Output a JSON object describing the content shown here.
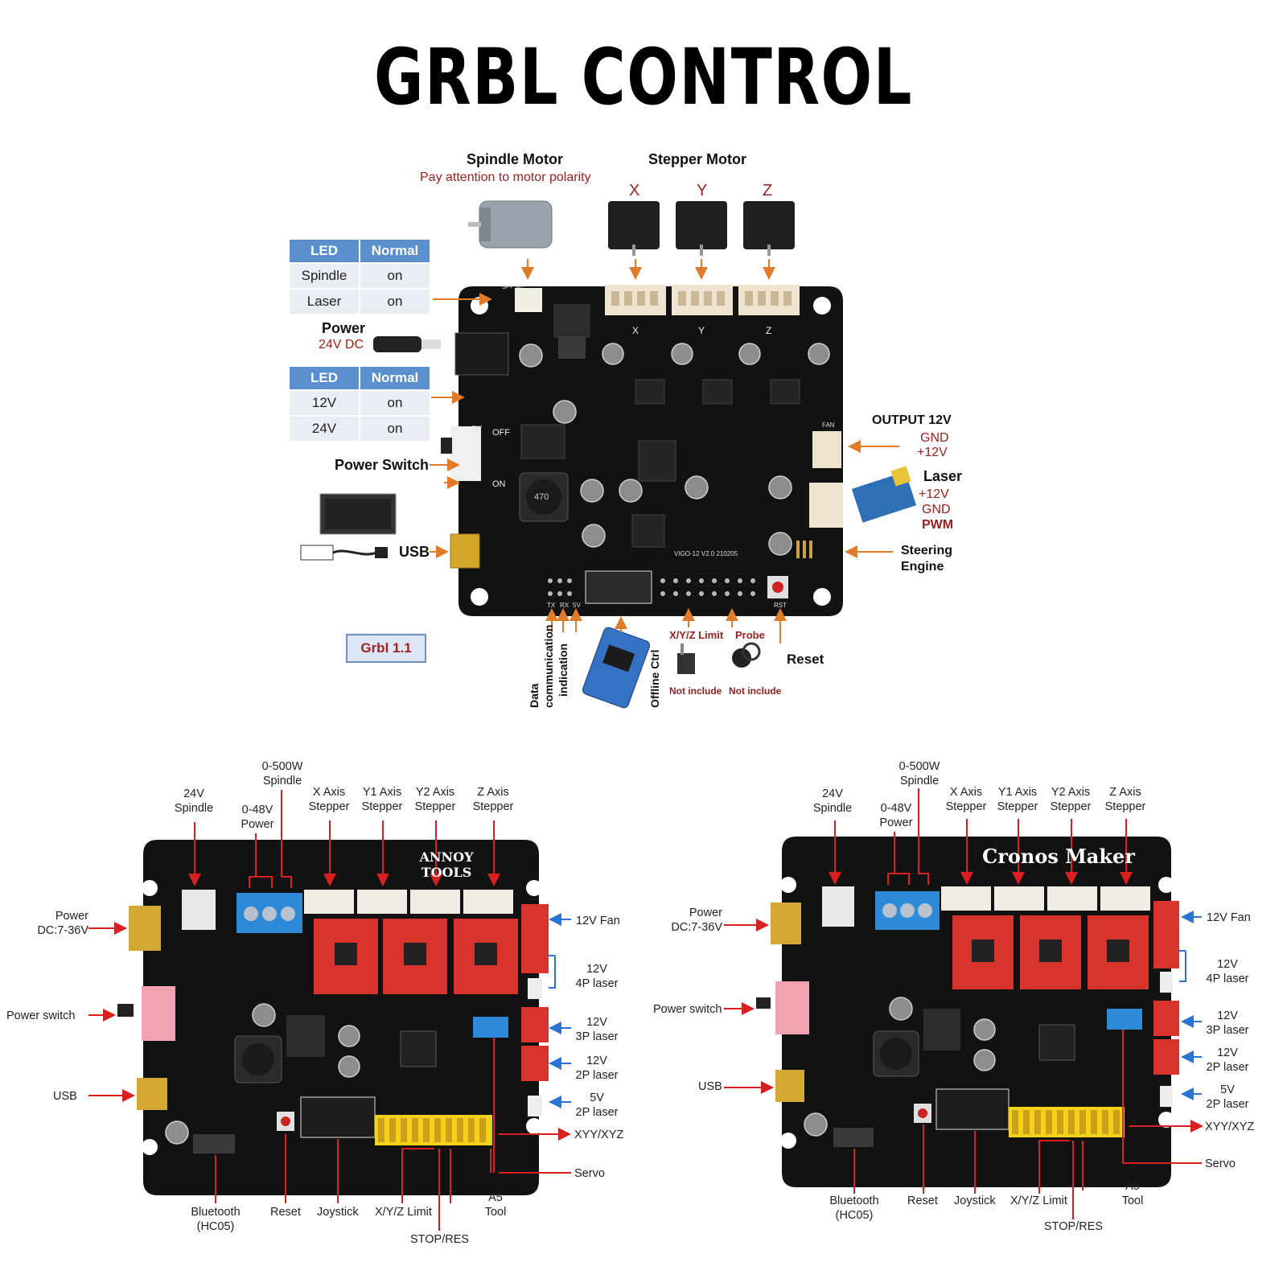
{
  "title": "GRBL CONTROL",
  "top_board": {
    "spindle_motor": {
      "label": "Spindle Motor",
      "note": "Pay attention to motor polarity"
    },
    "stepper_motor": {
      "label": "Stepper Motor",
      "axes": [
        "X",
        "Y",
        "Z"
      ]
    },
    "led_table_1": {
      "headers": [
        "LED",
        "Normal"
      ],
      "rows": [
        [
          "Spindle",
          "on"
        ],
        [
          "Laser",
          "on"
        ]
      ]
    },
    "power": {
      "label": "Power",
      "value": "24V DC"
    },
    "led_table_2": {
      "headers": [
        "LED",
        "Normal"
      ],
      "rows": [
        [
          "12V",
          "on"
        ],
        [
          "24V",
          "on"
        ]
      ]
    },
    "power_switch": "Power Switch",
    "usb": "USB",
    "grbl_version": "Grbl 1.1",
    "output_12v": {
      "label": "OUTPUT 12V",
      "pins": [
        "GND",
        "+12V"
      ]
    },
    "laser": {
      "label": "Laser",
      "pins": [
        "+12V",
        "GND",
        "PWM"
      ]
    },
    "steering_engine": [
      "Steering",
      "Engine"
    ],
    "reset": "Reset",
    "data_comm": [
      "Data",
      "communication",
      "indication"
    ],
    "offline_ctrl": "Offline Ctrl",
    "limit": "X/Y/Z Limit",
    "probe": "Probe",
    "not_include": "Not include",
    "board_text": {
      "off": "OFF",
      "on": "ON",
      "x": "X",
      "y": "Y",
      "z": "Z",
      "model": "VIGO-12  V2.0  210205",
      "tx": "TX",
      "rx": "RX",
      "v5": "5V",
      "sw": "SW",
      "rst": "RST",
      "fan": "FAN",
      "cap1": "470",
      "sp": "SP+    SP-"
    }
  },
  "bottom_boards": [
    {
      "brand": "ANNOY TOOLS",
      "labels": {
        "spindle_24v": [
          "24V",
          "Spindle"
        ],
        "spindle_500w": [
          "0-500W",
          "Spindle"
        ],
        "power_48v": [
          "0-48V",
          "Power"
        ],
        "x_stepper": [
          "X Axis",
          "Stepper"
        ],
        "y1_stepper": [
          "Y1  Axis",
          "Stepper"
        ],
        "y2_stepper": [
          "Y2 Axis",
          "Stepper"
        ],
        "z_stepper": [
          "Z Axis",
          "Stepper"
        ],
        "power_dc": [
          "Power",
          "DC:7-36V"
        ],
        "power_switch": "Power switch",
        "usb": "USB",
        "fan": "12V Fan",
        "laser4p": [
          "12V",
          "4P laser"
        ],
        "laser3p": [
          "12V",
          "3P laser"
        ],
        "laser2p": [
          "12V",
          "2P laser"
        ],
        "laser5v": [
          "5V",
          "2P laser"
        ],
        "xyy": "XYY/XYZ",
        "servo": "Servo",
        "bluetooth": [
          "Bluetooth",
          "(HC05)"
        ],
        "reset": "Reset",
        "joystick": "Joystick",
        "limit": "X/Y/Z Limit",
        "a5": [
          "A5",
          "Tool"
        ],
        "stop": "STOP/RES"
      }
    },
    {
      "brand": "Cronos Maker",
      "labels": {
        "spindle_24v": [
          "24V",
          "Spindle"
        ],
        "spindle_500w": [
          "0-500W",
          "Spindle"
        ],
        "power_48v": [
          "0-48V",
          "Power"
        ],
        "x_stepper": [
          "X Axis",
          "Stepper"
        ],
        "y1_stepper": [
          "Y1  Axis",
          "Stepper"
        ],
        "y2_stepper": [
          "Y2 Axis",
          "Stepper"
        ],
        "z_stepper": [
          "Z Axis",
          "Stepper"
        ],
        "power_dc": [
          "Power",
          "DC:7-36V"
        ],
        "power_switch": "Power switch",
        "usb": "USB",
        "fan": "12V Fan",
        "laser4p": [
          "12V",
          "4P laser"
        ],
        "laser3p": [
          "12V",
          "3P laser"
        ],
        "laser2p": [
          "12V",
          "2P laser"
        ],
        "laser5v": [
          "5V",
          "2P laser"
        ],
        "xyy": "XYY/XYZ",
        "servo": "Servo",
        "bluetooth": [
          "Bluetooth",
          "(HC05)"
        ],
        "reset": "Reset",
        "joystick": "Joystick",
        "limit": "X/Y/Z Limit",
        "a5": [
          "A5",
          "Tool"
        ],
        "stop": "STOP/RES"
      }
    }
  ],
  "colors": {
    "board": "#111111",
    "arrow_orange": "#e07b2a",
    "arrow_red": "#d92020",
    "arrow_blue": "#2a74d6",
    "header_blue": "#5b8fce",
    "label_red": "#9a2020",
    "stepper_red": "#d8332c",
    "terminal_blue": "#2d8ad8",
    "header_yellow": "#f2d21b"
  }
}
